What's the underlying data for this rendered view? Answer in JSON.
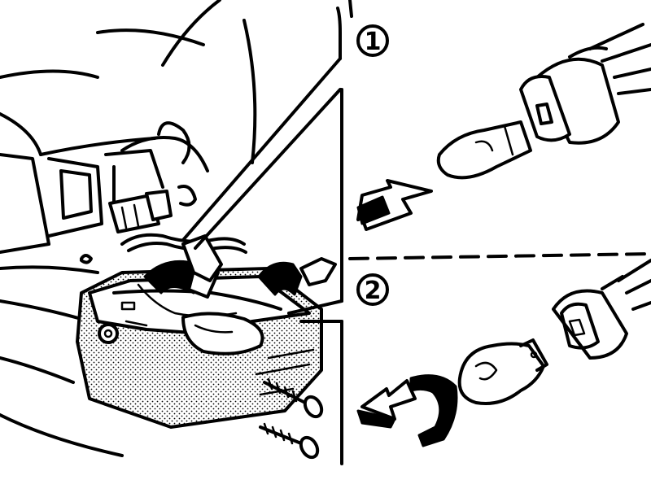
{
  "callouts": [
    {
      "id": "1",
      "label": "1"
    },
    {
      "id": "2",
      "label": "2"
    }
  ],
  "colors": {
    "ink": "#000000",
    "paper": "#ffffff"
  },
  "icons": [
    "bulb-wedge-icon",
    "bulb-bayonet-icon",
    "socket-icon",
    "screw-icon",
    "removal-arrow-icon",
    "twist-arrow-icon"
  ]
}
